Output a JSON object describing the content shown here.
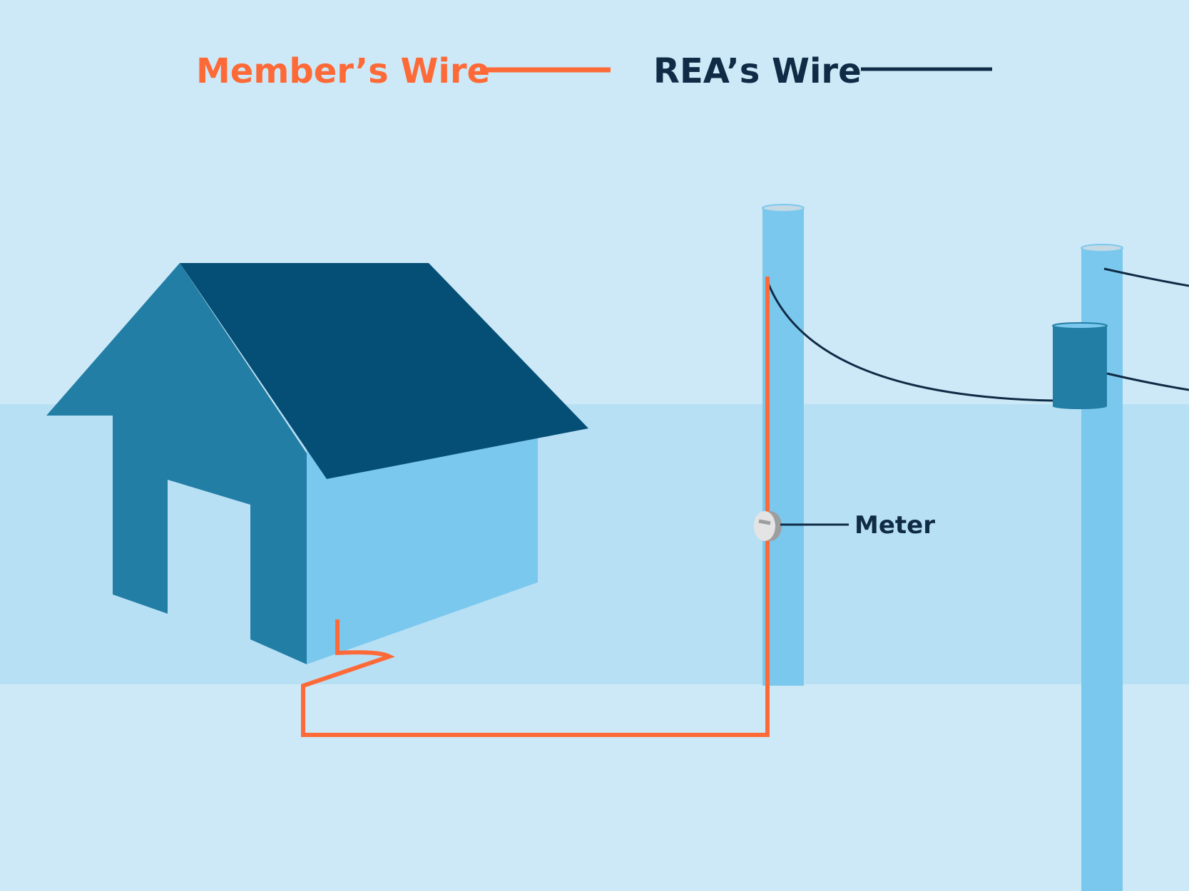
{
  "legend": {
    "member_wire_label": "Member’s Wire",
    "rea_wire_label": "REA’s Wire"
  },
  "labels": {
    "meter": "Meter"
  },
  "colors": {
    "sky": "#cde9f7",
    "ground_band": "#b8e0f5",
    "member_wire": "#fd6a38",
    "rea_wire": "#0f2b45",
    "house_front": "#227ea5",
    "house_roof": "#054f76",
    "house_side": "#7bc8ee",
    "pole": "#7bc8ee",
    "transformer": "#227ea5",
    "meter_face": "#e4e4e4"
  },
  "icons": {
    "house": "house-icon",
    "pole": "utility-pole-icon",
    "transformer": "transformer-icon",
    "meter": "electric-meter-icon"
  }
}
